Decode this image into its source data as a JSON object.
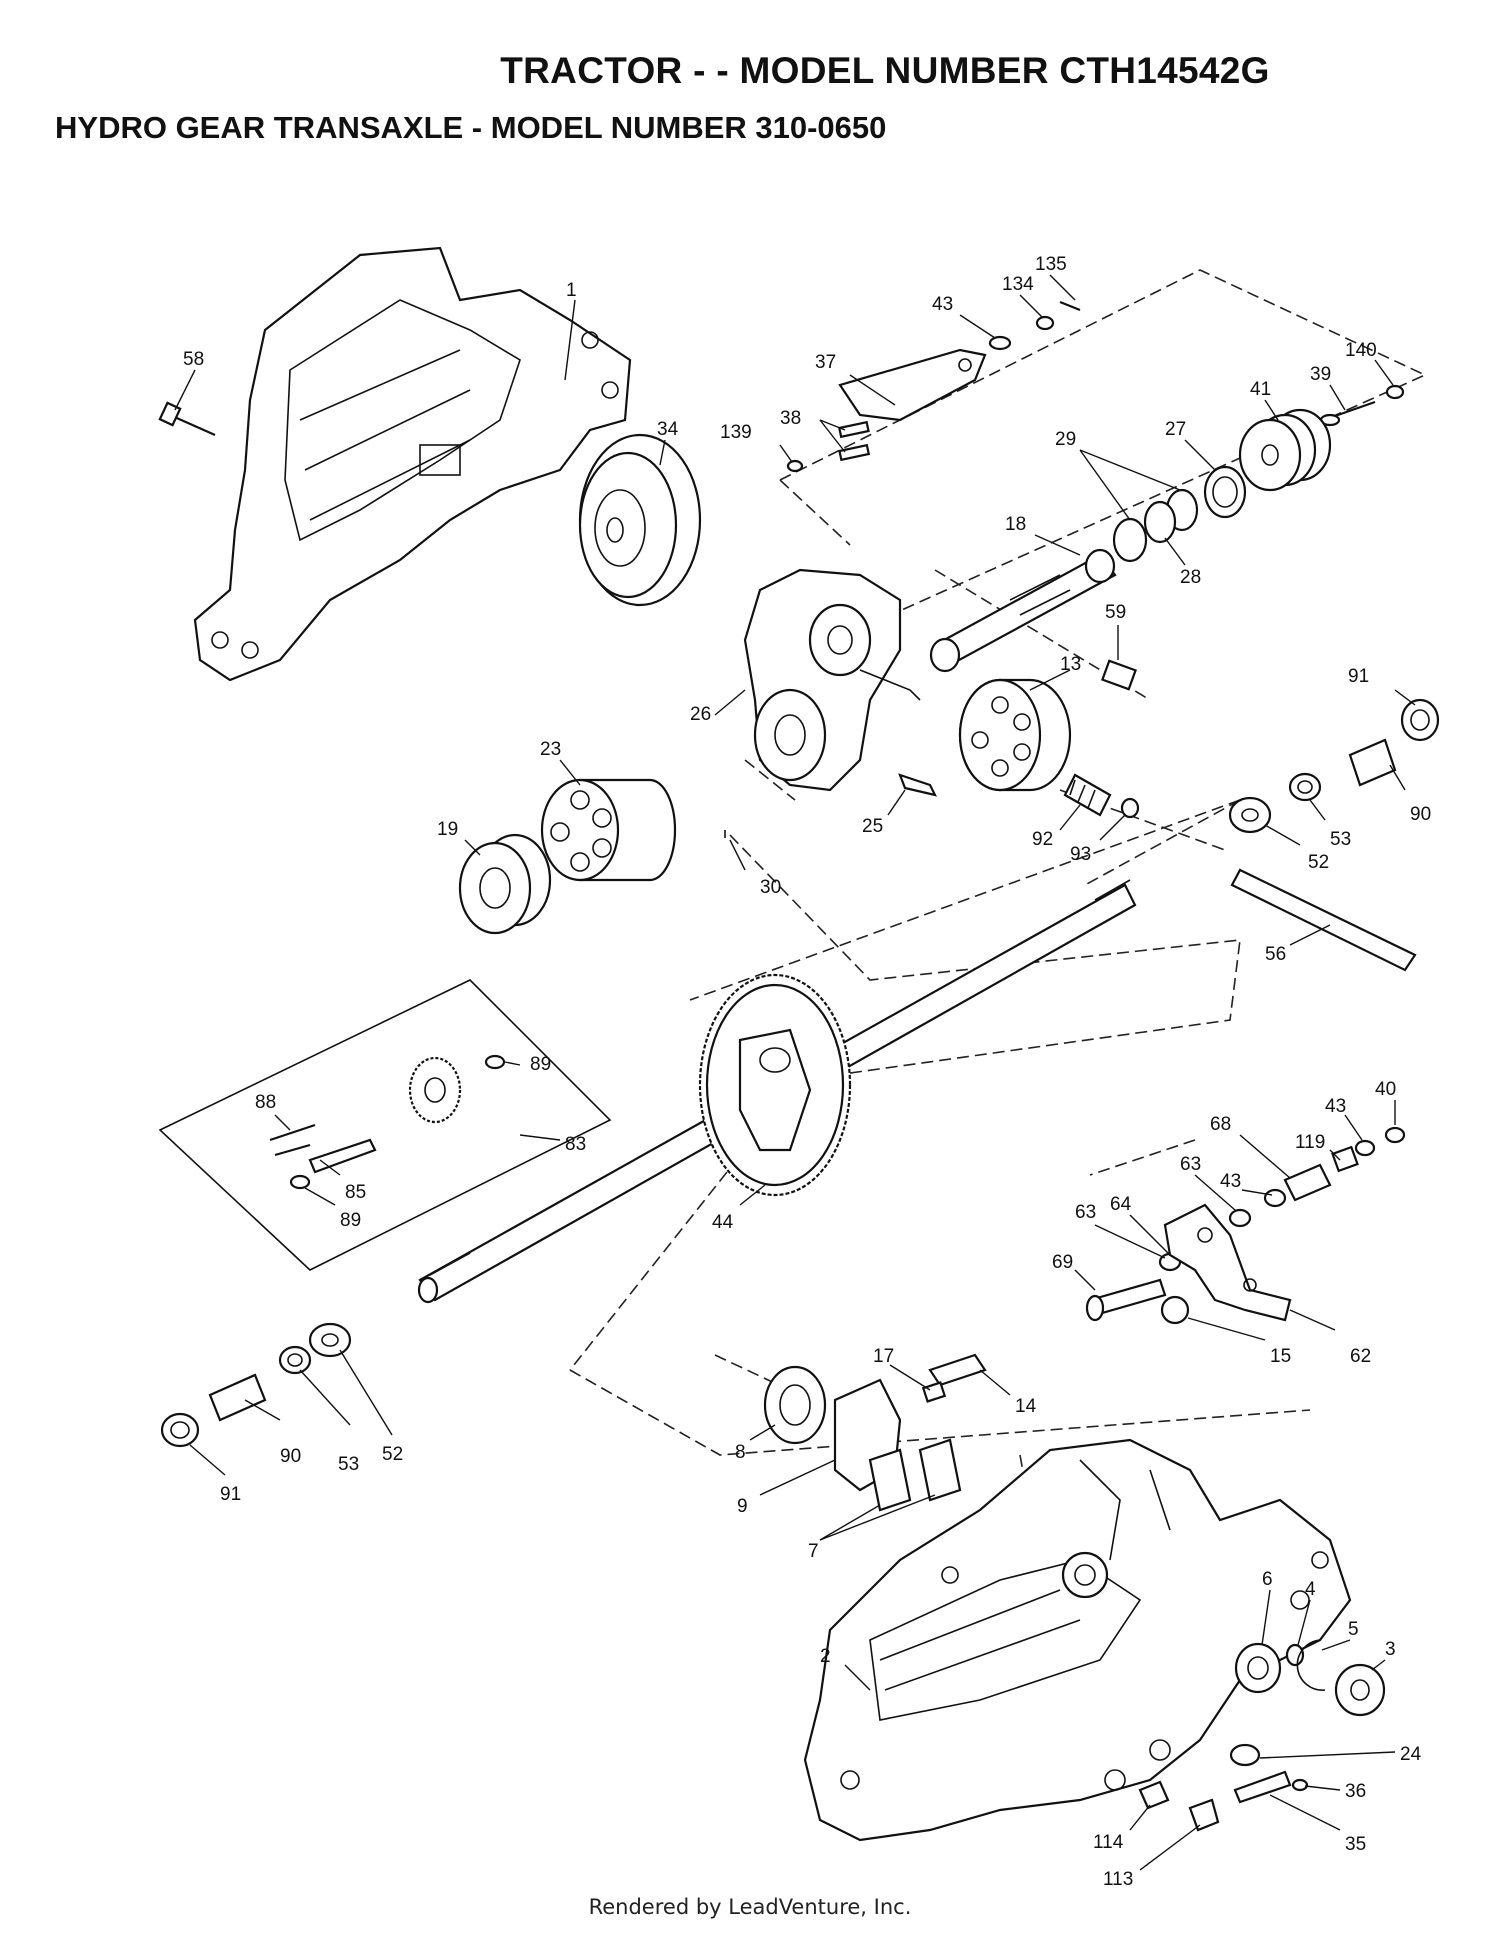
{
  "title": "TRACTOR - - MODEL NUMBER CTH14542G",
  "subtitle": "HYDRO GEAR TRANSAXLE - MODEL NUMBER 310-0650",
  "footer": "Rendered by LeadVenture, Inc.",
  "watermark": "LEADVENTURE",
  "callouts": {
    "c1": "1",
    "c58": "58",
    "c34": "34",
    "c43a": "43",
    "c134": "134",
    "c135": "135",
    "c37": "37",
    "c38": "38",
    "c139": "139",
    "c140": "140",
    "c39": "39",
    "c41": "41",
    "c27": "27",
    "c29": "29",
    "c28": "28",
    "c18": "18",
    "c59": "59",
    "c13": "13",
    "c26": "26",
    "c23": "23",
    "c19": "19",
    "c25": "25",
    "c30": "30",
    "c92": "92",
    "c93": "93",
    "c91a": "91",
    "c90a": "90",
    "c53a": "53",
    "c52a": "52",
    "c56": "56",
    "c89a": "89",
    "c88": "88",
    "c83": "83",
    "c85": "85",
    "c89b": "89",
    "c44": "44",
    "c40": "40",
    "c43b": "43",
    "c68": "68",
    "c119": "119",
    "c63a": "63",
    "c43c": "43",
    "c63b": "63",
    "c64": "64",
    "c69": "69",
    "c15": "15",
    "c62": "62",
    "c17": "17",
    "c14": "14",
    "c8": "8",
    "c9": "9",
    "c7": "7",
    "c52b": "52",
    "c53b": "53",
    "c90b": "90",
    "c91b": "91",
    "c6": "6",
    "c4": "4",
    "c5": "5",
    "c3": "3",
    "c2": "2",
    "c24": "24",
    "c36": "36",
    "c35": "35",
    "c114": "114",
    "c113": "113"
  }
}
